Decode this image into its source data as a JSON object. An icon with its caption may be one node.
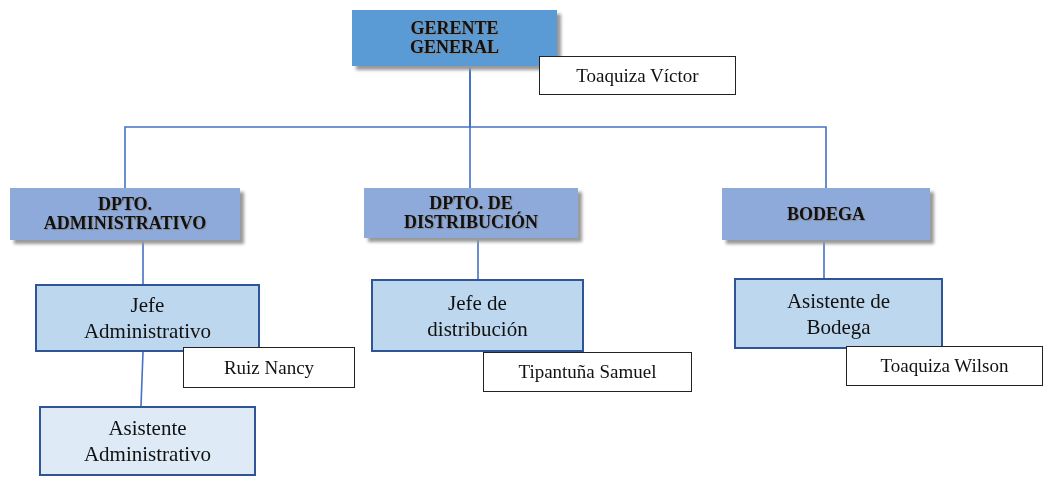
{
  "diagram": {
    "nodes": [
      {
        "text": [
          "GERENTE GENERAL"
        ]
      },
      {
        "text": [
          "Toaquiza Víctor"
        ]
      },
      {
        "text": [
          "DPTO. ADMINISTRATIVO"
        ]
      },
      {
        "text": [
          "DPTO. DE DISTRIBUCIÓN"
        ]
      },
      {
        "text": [
          "BODEGA"
        ]
      },
      {
        "text": [
          "Jefe Administrativo"
        ]
      },
      {
        "text": [
          "Ruiz Nancy"
        ]
      },
      {
        "text": [
          "Asistente Administrativo"
        ]
      },
      {
        "text": [
          "Jefe de distribución"
        ]
      },
      {
        "text": [
          "Tipantuña Samuel"
        ]
      },
      {
        "text": [
          "Asistente de Bodega"
        ]
      },
      {
        "text": [
          "Toaquiza Wilson"
        ]
      }
    ],
    "edges": [
      {
        "from": 0,
        "to": 2,
        "arrow": "none"
      },
      {
        "from": 0,
        "to": 3,
        "arrow": "none"
      },
      {
        "from": 0,
        "to": 4,
        "arrow": "none"
      },
      {
        "from": 2,
        "to": 5,
        "arrow": "none"
      },
      {
        "from": 3,
        "to": 8,
        "arrow": "none"
      },
      {
        "from": 4,
        "to": 10,
        "arrow": "none"
      },
      {
        "from": 5,
        "to": 7,
        "arrow": "none"
      }
    ]
  }
}
